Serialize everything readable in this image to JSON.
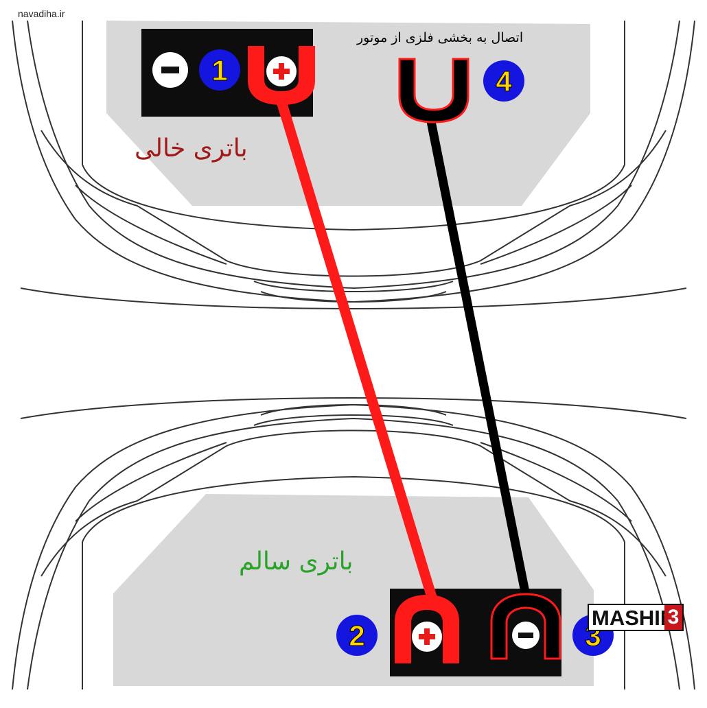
{
  "site": "navadiha.ir",
  "captions": {
    "connect_to_metal": "اتصال به بخشی فلزی از موتور",
    "dead_battery": "باتری خالی",
    "good_battery": "باتری سالم"
  },
  "steps": {
    "step1": "1",
    "step2": "2",
    "step3": "3",
    "step4": "4"
  },
  "terminals": {
    "negative": "−",
    "positive": "+"
  },
  "logo": {
    "text": "MASHIN",
    "number": "3"
  },
  "colors": {
    "positive_cable": "#ff1a1a",
    "negative_cable": "#000000",
    "step_badge": "#1515e0",
    "step_number": "#ffd400",
    "dead_label": "#a01818",
    "good_label": "#2aa32a",
    "engine_bay": "#d8d8d8",
    "battery": "#0d0d0d"
  }
}
